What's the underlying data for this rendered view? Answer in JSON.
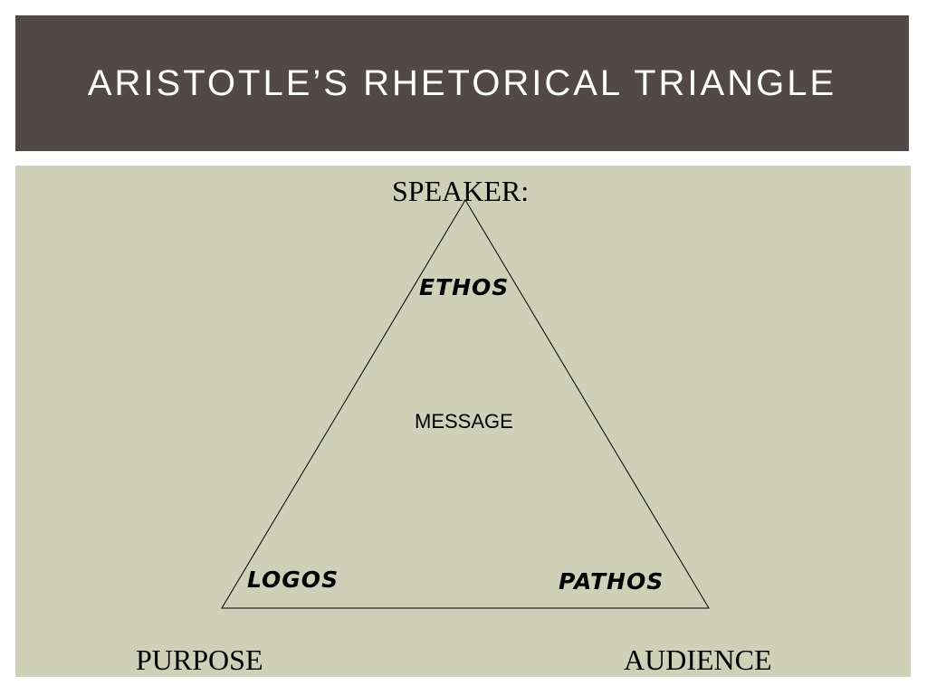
{
  "slide": {
    "title": "ARISTOTLE’S RHETORICAL TRIANGLE"
  },
  "colors": {
    "title_bar": "#524848",
    "content_background": "#ced1b8",
    "line": "#000000"
  },
  "diagram": {
    "vertices": {
      "top": "SPEAKER:",
      "bottom_left": "PURPOSE",
      "bottom_right": "AUDIENCE"
    },
    "appeals": {
      "top": "ETHOS",
      "bottom_left": "LOGOS",
      "bottom_right": "PATHOS"
    },
    "center": "MESSAGE"
  }
}
